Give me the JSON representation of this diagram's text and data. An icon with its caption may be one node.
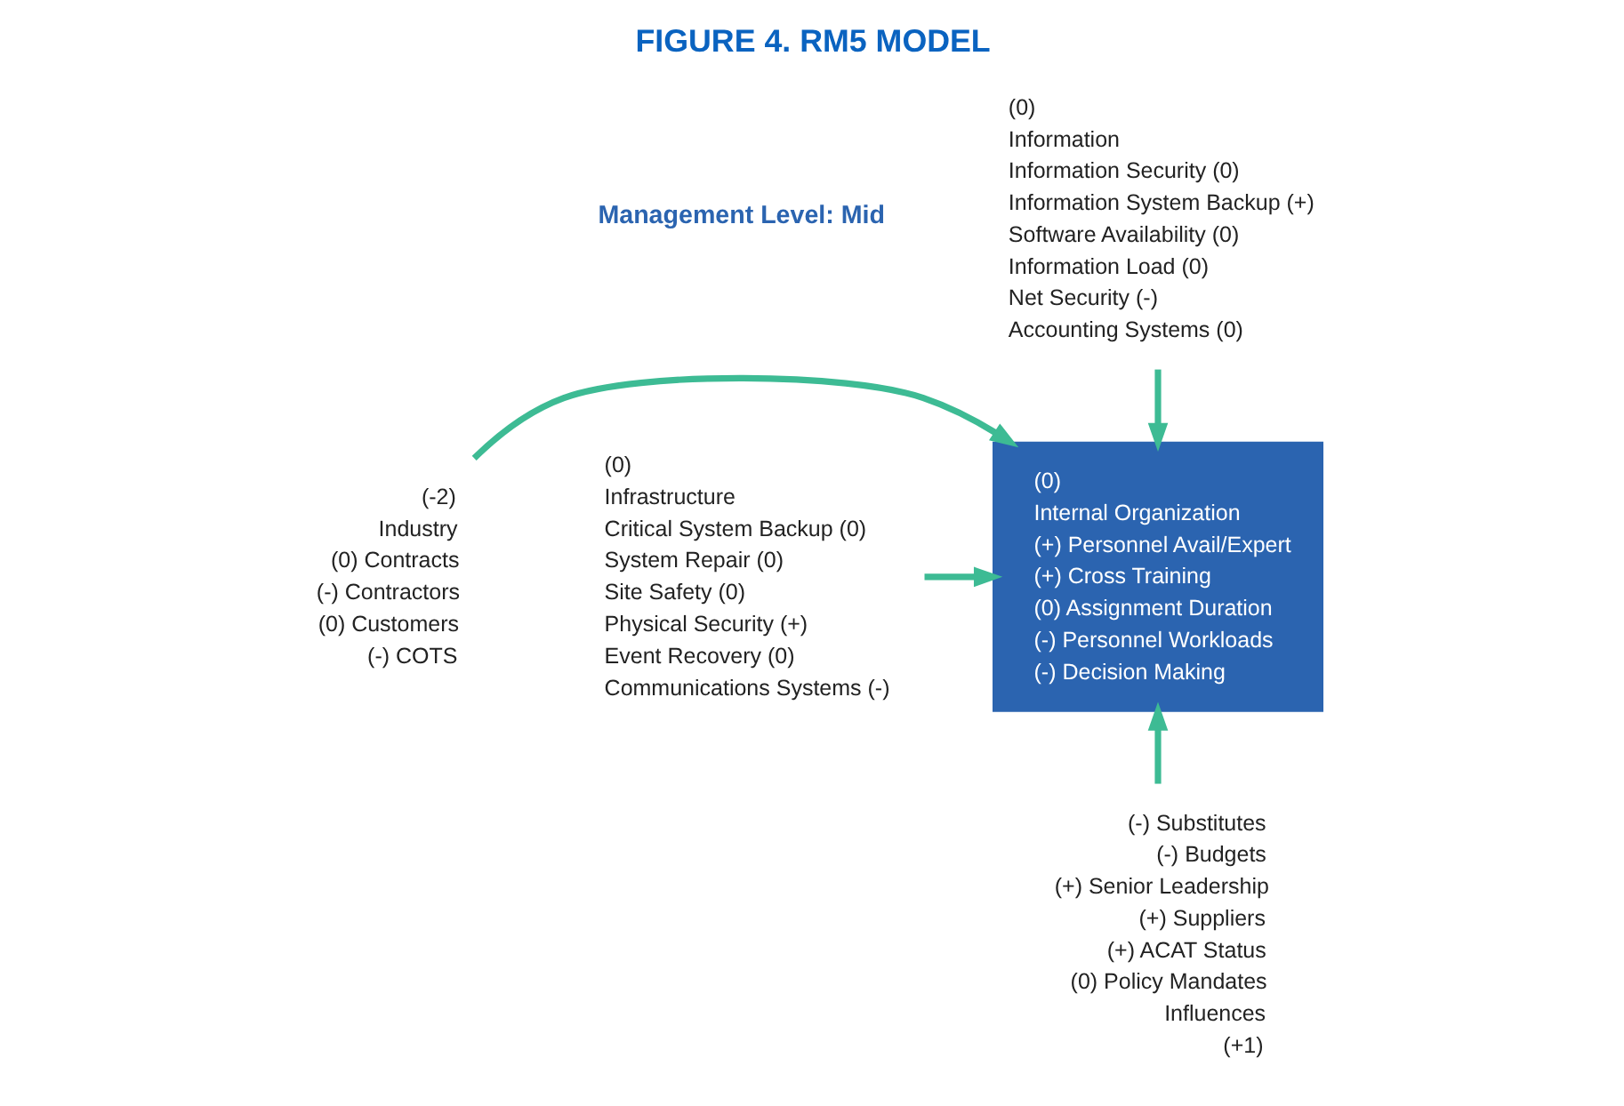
{
  "diagram": {
    "title": "FIGURE 4. RM5 MODEL",
    "nodes": [
      {
        "text": [
          "(0)",
          "Information",
          "Information Security (0)",
          "Information System Backup (+)",
          "Software Availability (0)",
          "Information Load (0)",
          "Net Security (-)",
          "Accounting Systems (0)"
        ]
      },
      {
        "text": [
          "(0)",
          "Internal Organization",
          "(+) Personnel Avail/Expert",
          "(+) Cross Training",
          "(0) Assignment Duration",
          "(-) Personnel Workloads",
          "(-) Decision Making"
        ]
      },
      {
        "text": [
          "(-2)",
          "Industry",
          "(0) Contracts",
          "(-) Contractors",
          "(0) Customers",
          "(-) COTS"
        ]
      },
      {
        "text": [
          "(0)",
          "Infrastructure",
          "Critical System Backup (0)",
          "System Repair (0)",
          "Site Safety (0)",
          "Physical Security (+)",
          "Event Recovery (0)",
          "Communications Systems (-)"
        ]
      },
      {
        "text": [
          "(-) Substitutes",
          "(-) Budgets",
          "(+) Senior Leadership",
          "(+) Suppliers",
          "(+) ACAT Status",
          "(0) Policy Mandates",
          "Influences",
          "(+1)"
        ]
      }
    ],
    "edges": [
      {
        "from": 0,
        "to": 1,
        "arrow": "to"
      },
      {
        "from": 2,
        "to": 1,
        "arrow": "to"
      },
      {
        "from": 3,
        "to": 1,
        "arrow": "to"
      },
      {
        "from": 4,
        "to": 1,
        "arrow": "to"
      }
    ],
    "labels": [
      "Management Level: Mid"
    ]
  }
}
